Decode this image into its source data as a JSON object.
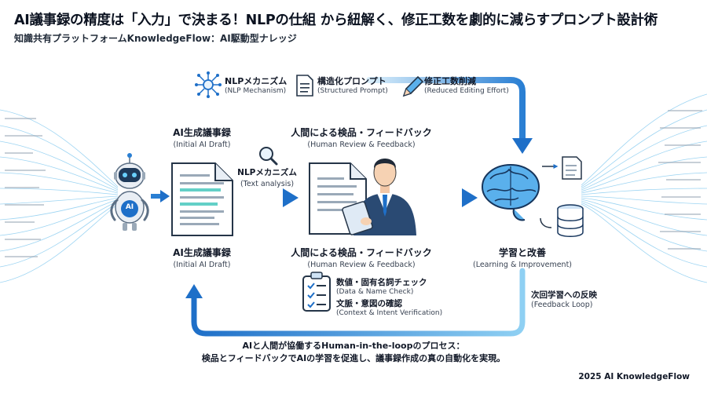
{
  "header": {
    "title": "AI議事録の精度は「入力」で決まる！NLPの仕組 から紐解く、修正工数を劇的に減らすプロンプト設計術",
    "subtitle": "知識共有プラットフォームKnowledgeFlow：AI駆動型ナレッジ"
  },
  "legend": [
    {
      "icon": "network-node-icon",
      "jp": "NLPメカニズム",
      "en": "(NLP Mechanism)"
    },
    {
      "icon": "document-icon",
      "jp": "構造化プロンプト",
      "en": "(Structured Prompt)"
    },
    {
      "icon": "pencil-icon",
      "jp": "修正工数削減",
      "en": "(Reduced Editing Effort)"
    }
  ],
  "nodes": {
    "draft_top": {
      "jp": "AI生成議事録",
      "en": "(Initial AI Draft)"
    },
    "draft_bottom": {
      "jp": "AI生成議事録",
      "en": "(Initial AI Draft)"
    },
    "review_top": {
      "jp": "人間による検品・フィードバック",
      "en": "(Human Review & Feedback)"
    },
    "review_bottom": {
      "jp": "人間による検品・フィードバック",
      "en": "(Human Review & Feedback)"
    },
    "nlp": {
      "jp": "NLPメカニズム",
      "en": "(Text analysis)"
    },
    "learning": {
      "jp": "学習と改善",
      "en": "(Learning & Improvement)"
    },
    "feedback_loop": {
      "jp": "次回学習への反映",
      "en": "(Feedback Loop)"
    }
  },
  "robot_badge": "AI",
  "checklist": [
    {
      "jp": "数値・固有名詞チェック",
      "en": "(Data & Name Check)"
    },
    {
      "jp": "文脈・意図の確認",
      "en": "(Context & Intent Verification)"
    }
  ],
  "footer": {
    "line1": "AIと人間が協働するHuman-in-the-loopのプロセス：",
    "line2": "検品とフィードバックでAIの学習を促進し、議事録作成の真の自動化を実現。"
  },
  "copyright": "2025 AI KnowledgeFlow",
  "colors": {
    "accent": "#1e6fc8",
    "light": "#9fd3f3",
    "dark": "#16355c"
  }
}
